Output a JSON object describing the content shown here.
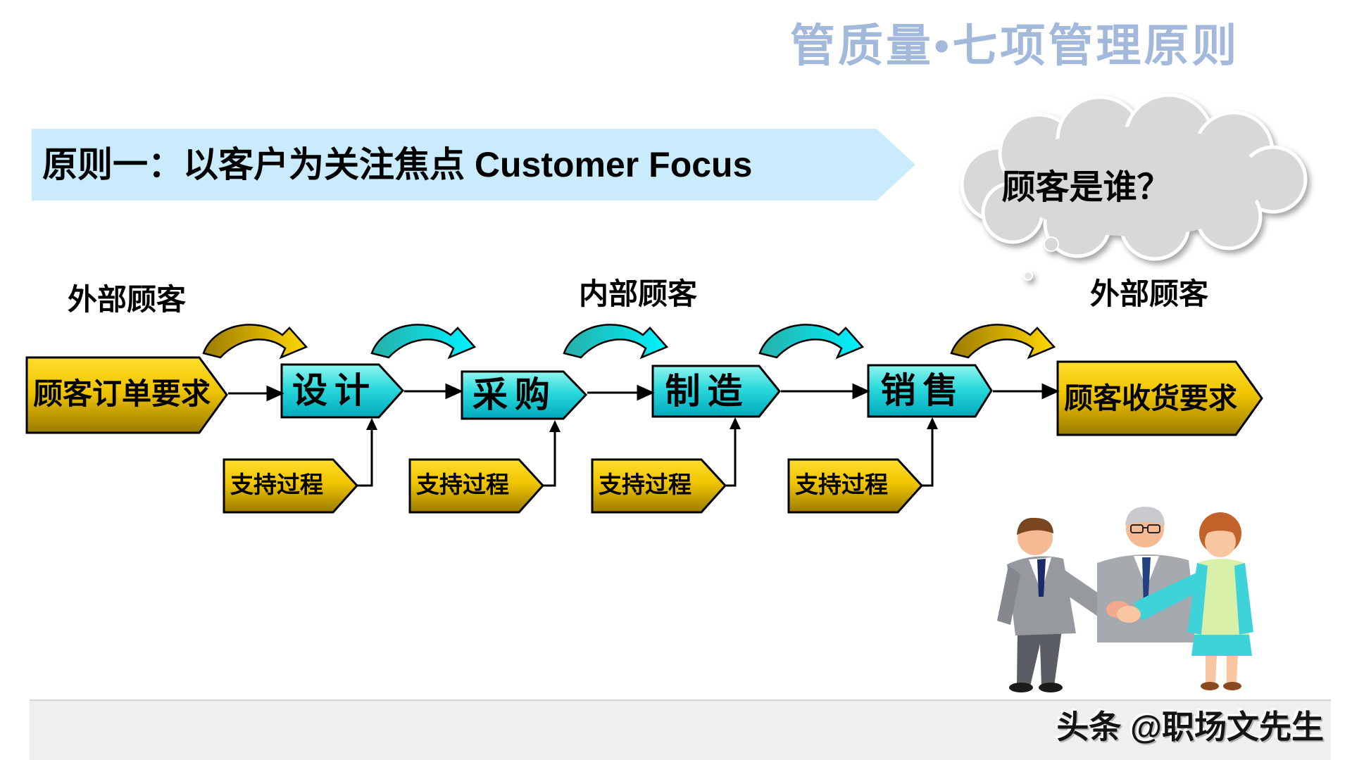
{
  "header": {
    "title": "管质量•七项管理原则"
  },
  "banner": {
    "title": "原则一：以客户为关注焦点 Customer Focus"
  },
  "cloud": {
    "text": "顾客是谁？"
  },
  "flow": {
    "external_left_label": "外部顾客",
    "internal_label": "内部顾客",
    "external_right_label": "外部顾客",
    "start": "顾客订单要求",
    "steps": [
      "设计",
      "采购",
      "制造",
      "销售"
    ],
    "end": "顾客收货要求",
    "supports": [
      "支持过程",
      "支持过程",
      "支持过程",
      "支持过程"
    ]
  },
  "footer": {
    "watermark": "头条 @职场文先生"
  },
  "colors": {
    "title_blue": "#A2B9DC",
    "banner_blue": "#C9EBFB",
    "gold_light": "#FFDC00",
    "gold_dark": "#A07F00",
    "cyan_light": "#8FF5EE",
    "cyan_dark": "#00A9BD",
    "cloud_gray": "#D8D8D8",
    "footer_gray": "#EFEFEF"
  }
}
